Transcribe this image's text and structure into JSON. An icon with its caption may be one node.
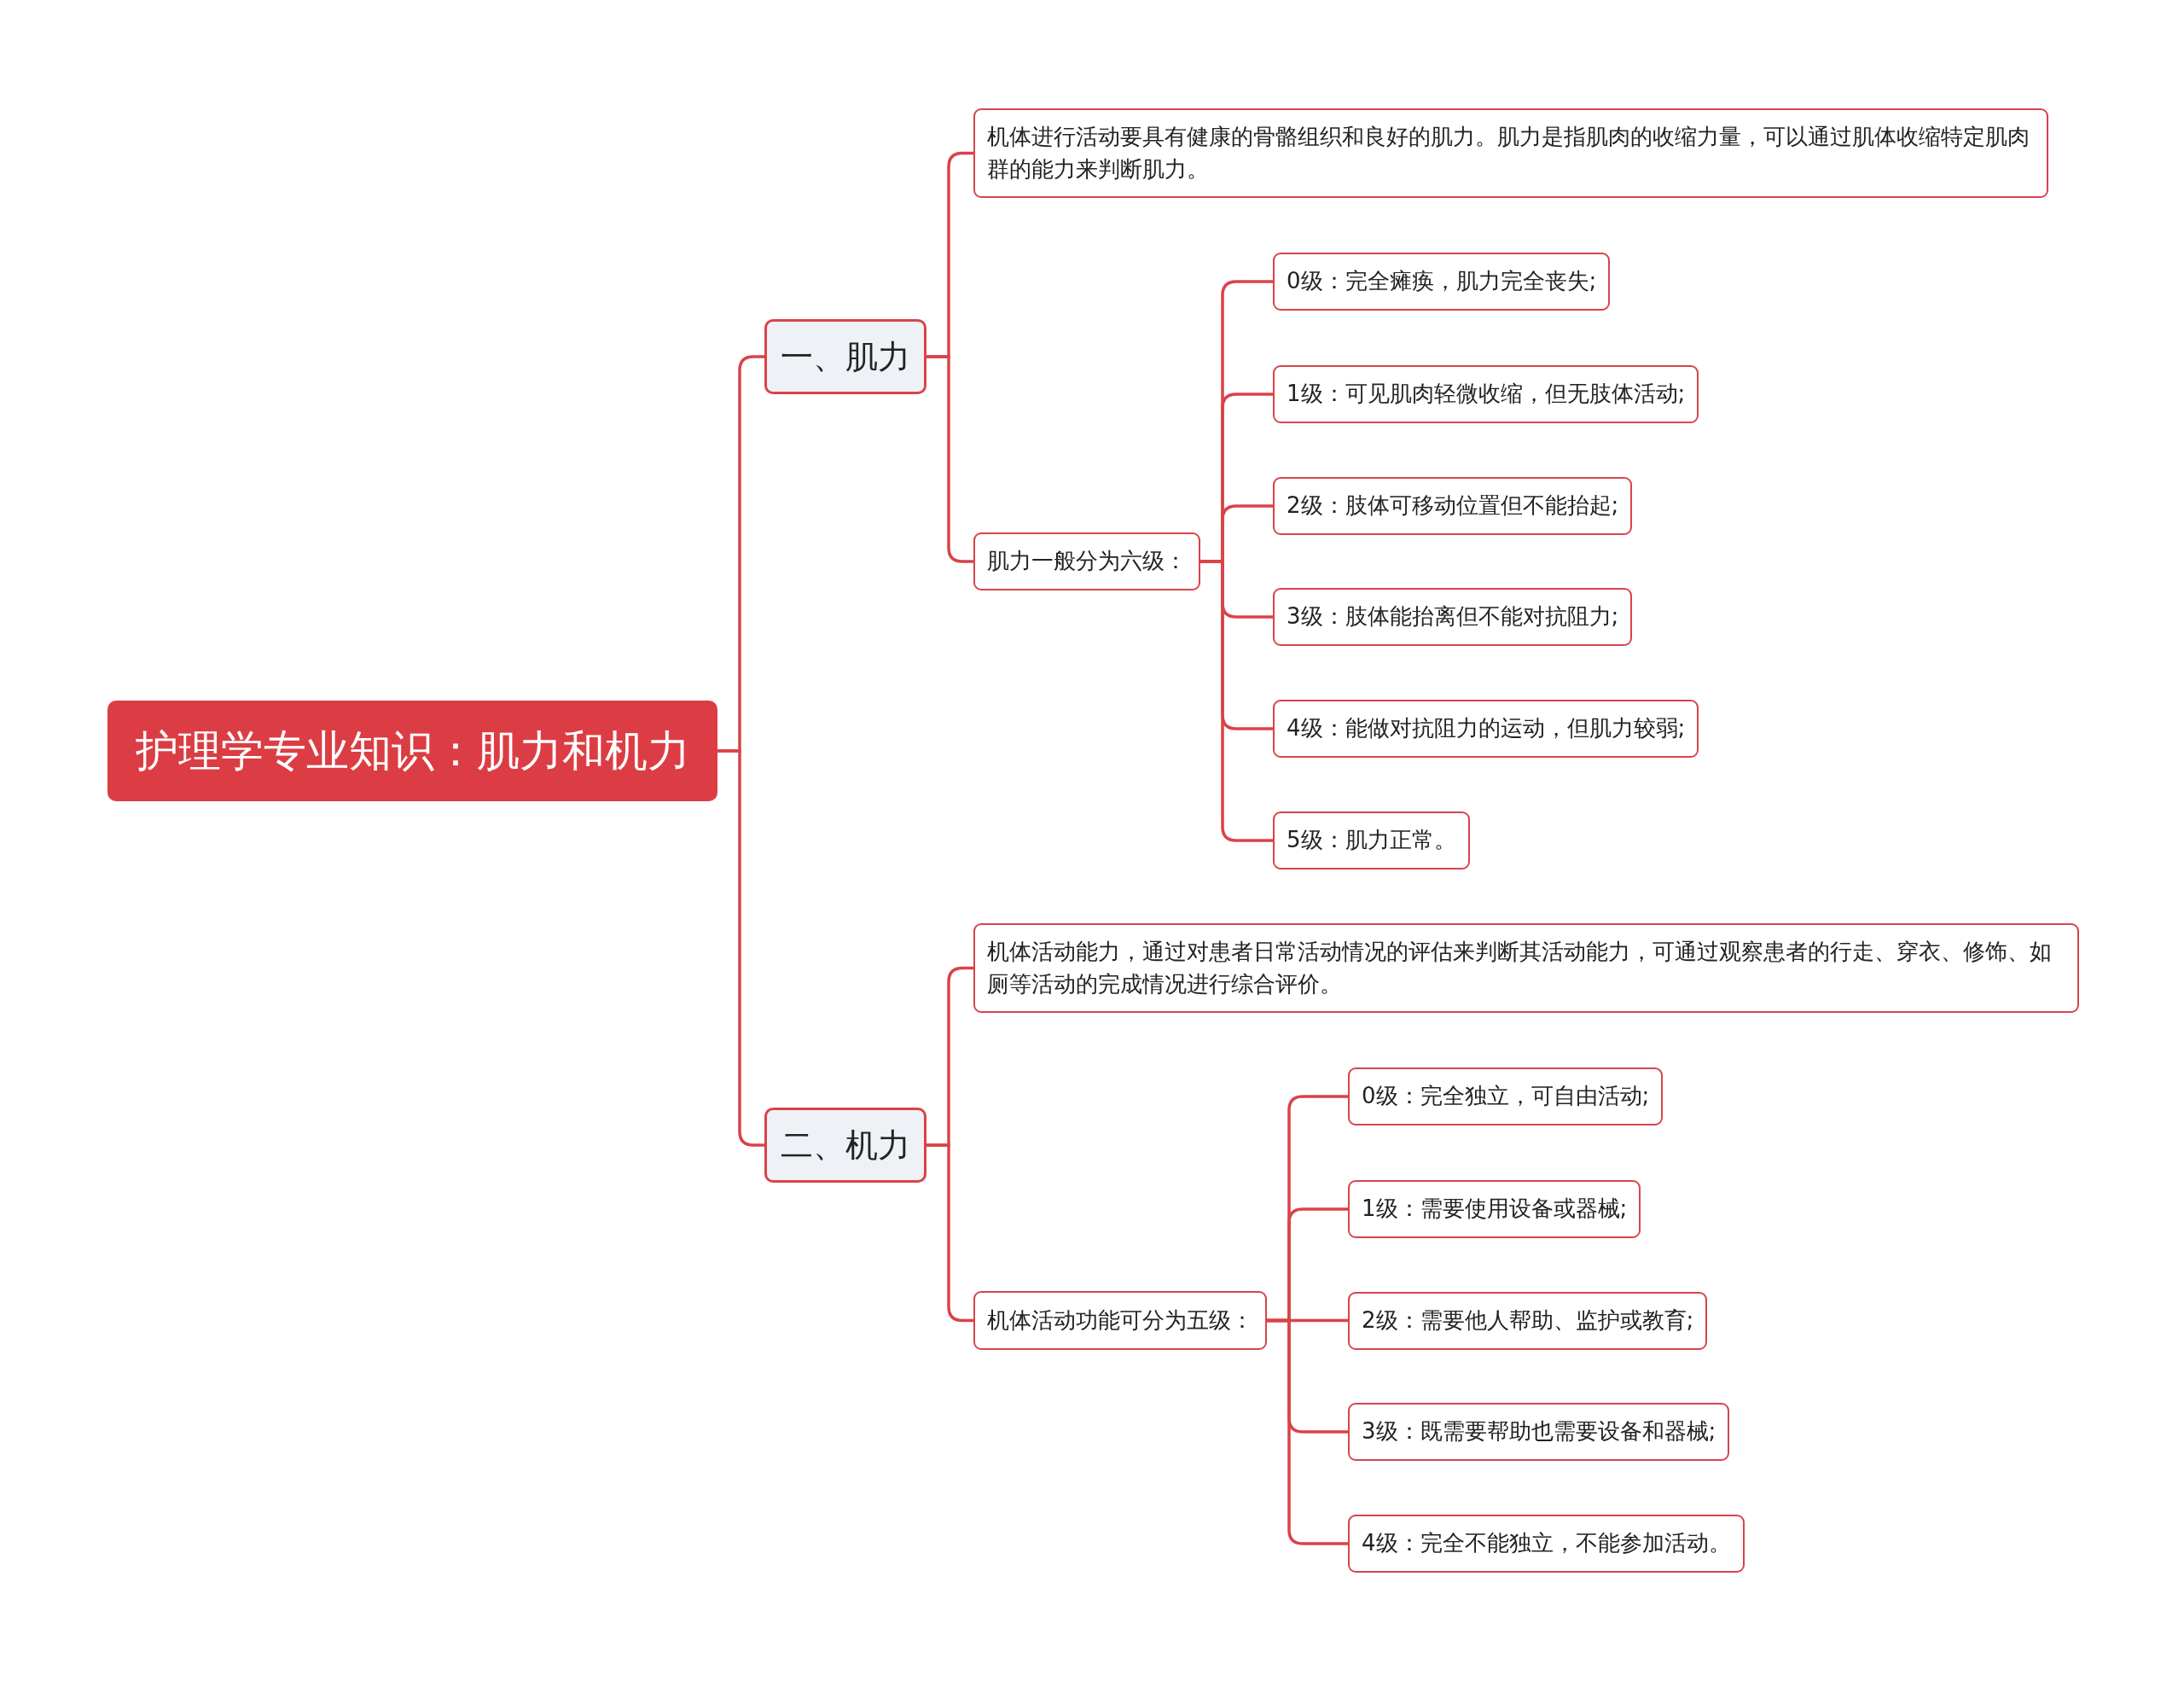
{
  "diagram": {
    "nodes": [
      {
        "text": [
          "护理学专业知识：肌力和机力"
        ]
      },
      {
        "text": [
          "一、肌力"
        ]
      },
      {
        "text": [
          "机体进行活动要具有健康的骨骼组织和良好的肌力。肌力是指肌肉的收缩力量，可以通过肌体收缩特定肌肉群的能力来判断肌力。"
        ]
      },
      {
        "text": [
          "肌力一般分为六级："
        ]
      },
      {
        "text": [
          "0级：完全瘫痪，肌力完全丧失;"
        ]
      },
      {
        "text": [
          "1级：可见肌肉轻微收缩，但无肢体活动;"
        ]
      },
      {
        "text": [
          "2级：肢体可移动位置但不能抬起;"
        ]
      },
      {
        "text": [
          "3级：肢体能抬离但不能对抗阻力;"
        ]
      },
      {
        "text": [
          "4级：能做对抗阻力的运动，但肌力较弱;"
        ]
      },
      {
        "text": [
          "5级：肌力正常。"
        ]
      },
      {
        "text": [
          "二、机力"
        ]
      },
      {
        "text": [
          "机体活动能力，通过对患者日常活动情况的评估来判断其活动能力，可通过观察患者的行走、穿衣、修饰、如厕等活动的完成情况进行综合评价。"
        ]
      },
      {
        "text": [
          "机体活动功能可分为五级："
        ]
      },
      {
        "text": [
          "0级：完全独立，可自由活动;"
        ]
      },
      {
        "text": [
          "1级：需要使用设备或器械;"
        ]
      },
      {
        "text": [
          "2级：需要他人帮助、监护或教育;"
        ]
      },
      {
        "text": [
          "3级：既需要帮助也需要设备和器械;"
        ]
      },
      {
        "text": [
          "4级：完全不能独立，不能参加活动。"
        ]
      }
    ],
    "edges": [
      {
        "from": 0,
        "to": 1,
        "arrow": "none"
      },
      {
        "from": 0,
        "to": 10,
        "arrow": "none"
      },
      {
        "from": 1,
        "to": 2,
        "arrow": "none"
      },
      {
        "from": 1,
        "to": 3,
        "arrow": "none"
      },
      {
        "from": 3,
        "to": 4,
        "arrow": "none"
      },
      {
        "from": 3,
        "to": 5,
        "arrow": "none"
      },
      {
        "from": 3,
        "to": 6,
        "arrow": "none"
      },
      {
        "from": 3,
        "to": 7,
        "arrow": "none"
      },
      {
        "from": 3,
        "to": 8,
        "arrow": "none"
      },
      {
        "from": 3,
        "to": 9,
        "arrow": "none"
      },
      {
        "from": 10,
        "to": 11,
        "arrow": "none"
      },
      {
        "from": 10,
        "to": 12,
        "arrow": "none"
      },
      {
        "from": 12,
        "to": 13,
        "arrow": "none"
      },
      {
        "from": 12,
        "to": 14,
        "arrow": "none"
      },
      {
        "from": 12,
        "to": 15,
        "arrow": "none"
      },
      {
        "from": 12,
        "to": 16,
        "arrow": "none"
      },
      {
        "from": 12,
        "to": 17,
        "arrow": "none"
      }
    ]
  }
}
